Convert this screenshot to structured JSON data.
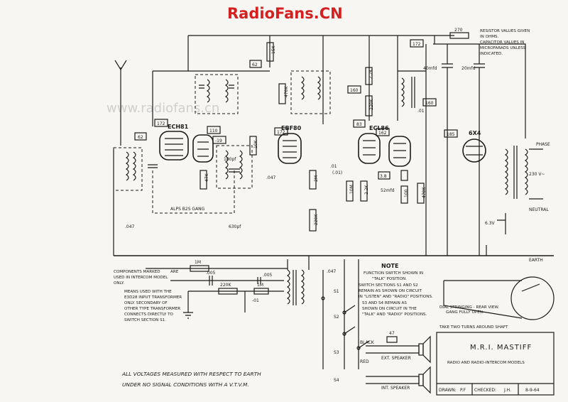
{
  "brand": "RadioFans.CN",
  "watermark": "www.radiofans.cn",
  "title_block": {
    "model": "M.R.I. MASTIFF",
    "subtitle": "RADIO AND RADIO-INTERCOM MODELS",
    "drawn_label": "DRAWN:",
    "drawn_value": "P.F",
    "checked_label": "CHECKED:",
    "checked_value": "J.H.",
    "date": "8-9-64"
  },
  "resistor_note": [
    "RESISTOR VALUES GIVEN",
    "IN OHMS.",
    "CAPACITOR VALUES IN",
    "MICROFARADS UNLESS",
    "INDICATED."
  ],
  "components_note": [
    "COMPONENTS MARKED",
    "ARE",
    "USED IN INTERCOM MODEL",
    "ONLY.",
    "MEANS USED WITH THE",
    "E3D28 INPUT TRANSFORMER",
    "ONLY.  SECONDARY OF",
    "OTHER TYPE TRANSFORMER",
    "CONNECTS DIRECTLY TO",
    "SWITCH SECTION S1."
  ],
  "function_note": {
    "heading": "NOTE",
    "lines": [
      "FUNCTION SWITCH SHOWN IN",
      "\"TALK\" POSITION.",
      "SWITCH SECTIONS S1 AND S2",
      "REMAIN AS SHOWN ON CIRCUIT",
      "IN \"LISTEN\" AND \"RADIO\" POSITIONS.",
      "S3 AND S4 REMAIN AS",
      "SHOWN ON CIRCUIT IN THE",
      "\"TALK\" AND \"RADIO\" POSITIONS."
    ]
  },
  "dial_note": [
    "DIAL STRINGING - REAR VIEW.",
    "GANG FULLY OPEN.",
    "TAKE TWO TURNS AROUND SHAFT"
  ],
  "footer": [
    "ALL VOLTAGES MEASURED WITH RESPECT TO EARTH",
    "UNDER NO SIGNAL CONDITIONS WITH A V.T.V.M."
  ],
  "tubes": [
    "ECH81",
    "EBF80",
    "ECL86",
    "6X4"
  ],
  "voltages": [
    "172",
    "62",
    "110",
    "-19",
    "172",
    "160",
    "83",
    "162",
    "160",
    "3.8",
    "185",
    "172",
    "62"
  ],
  "values": {
    "res_270": "270",
    "res_15k": "15K",
    "res_47k": "47K",
    "res_2m": "2M",
    "res_470k": "470K",
    "res_220k": "220K",
    "res_1m": "1M",
    "res_10m": "10M",
    "res_2_2k": "2.2K",
    "res_100": "100",
    "res_470k_b": "470K",
    "res_10k": "10K",
    "res_3k3": "3.3K",
    "res_1m_b": "1M",
    "res_220k_b": "220K",
    "res_220k_c": "220K",
    "res_1m_c": "1M",
    "res_47": "47",
    "cap_40": "40mfd",
    "cap_20": "20mfd",
    "cap_01": ".01",
    "cap_047": ".047",
    "cap_047b": ".047",
    "cap_047c": ".047",
    "cap_005": ".005",
    "cap_005b": ".005",
    "cap_01b": "-01",
    "cap_100pf": "100pf",
    "cap_630pf": "630pf",
    "cap_01c": "(.01)",
    "cap_52mfd": "52mfd",
    "cap_01d": ".01",
    "gang": "ALPS B2S GANG"
  },
  "labels": {
    "phase": "PHASE",
    "mains": "230 V~",
    "neutral": "NEUTRAL",
    "earth": "EARTH",
    "heater": "6.3V",
    "ext_speaker": "EXT. SPEAKER",
    "int_speaker": "INT. SPEAKER",
    "black": "BLACK",
    "red": "RED",
    "s1": "S1",
    "s2": "S2",
    "s3": "S3",
    "s4": "S4"
  }
}
